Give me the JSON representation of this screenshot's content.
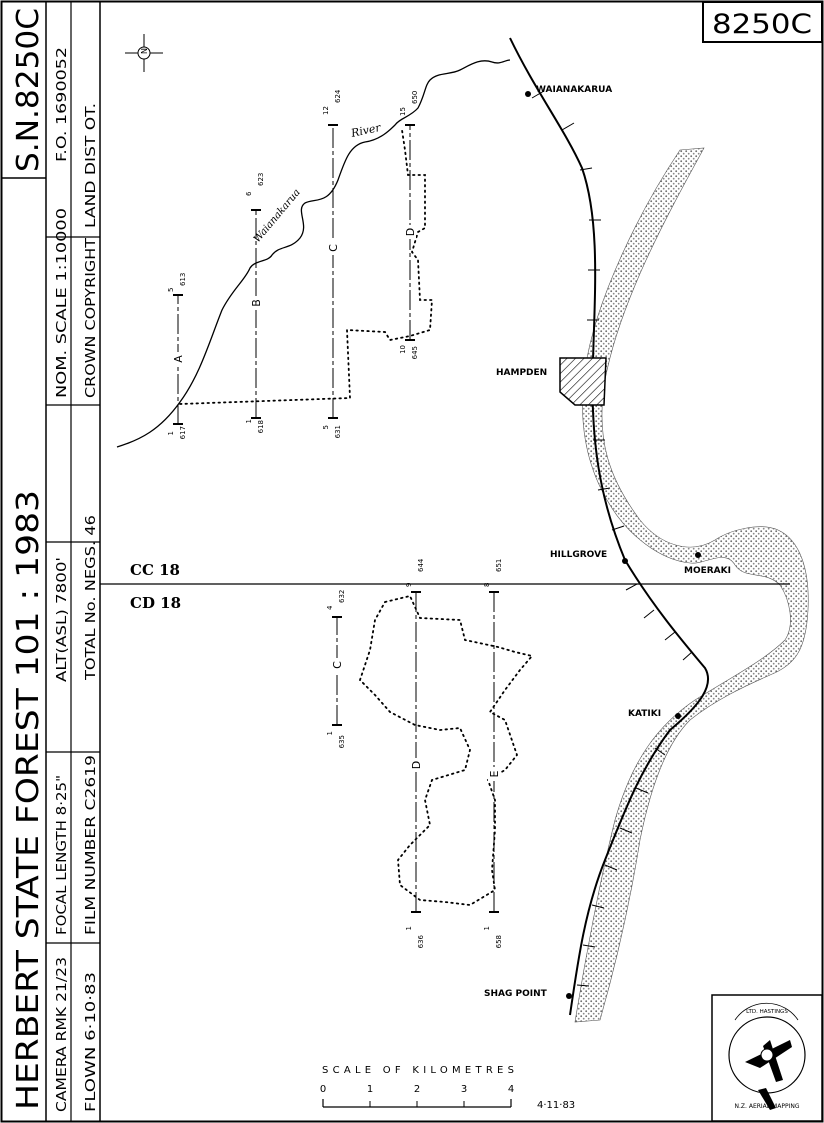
{
  "title_block": {
    "title": "HERBERT STATE FOREST 101 : 1983",
    "sheet_number": "S.N.8250C",
    "camera": "CAMERA RMK 21/23",
    "flown": "FLOWN 6·10·83",
    "focal_length": "FOCAL LENGTH 8·25\"",
    "film_number": "FILM NUMBER C2619",
    "altitude": "ALT(ASL) 7800'",
    "total_negs": "TOTAL No. NEGS. 46",
    "nominal_scale": "NOM. SCALE 1:10000",
    "copyright": "CROWN COPYRIGHT",
    "land_dist": "LAND DIST OT.",
    "fo_number": "F.O. 1690052"
  },
  "map": {
    "sheet_id": "8250C",
    "places": {
      "waianakarua": "WAIANAKARUA",
      "hampden": "HAMPDEN",
      "hillgrove": "HILLGROVE",
      "moeraki": "MOERAKI",
      "katiki": "KATIKI",
      "shag_point": "SHAG POINT"
    },
    "river_name_1": "Waianakarua",
    "river_name_2": "River",
    "grid_label_top": "CC 18",
    "grid_label_bottom": "CD 18",
    "north_symbol": "N",
    "run_labels": {
      "a": "A",
      "b": "B",
      "c_upper": "C",
      "d_upper": "D",
      "c_lower": "C",
      "d_lower": "D",
      "e": "E"
    },
    "photo_labels": {
      "a_start_top": "1",
      "a_start_bottom": "617",
      "a_end_top": "5",
      "a_end_bottom": "613",
      "b_start_top": "1",
      "b_start_bottom": "618",
      "b_end_top": "6",
      "b_end_bottom": "623",
      "c_start_top": "5",
      "c_start_bottom": "631",
      "c_end_top": "12",
      "c_end_bottom": "624",
      "d_start_top": "10",
      "d_start_bottom": "645",
      "d_end_top": "15",
      "d_end_bottom": "650",
      "lc_start_top": "1",
      "lc_start_bottom": "635",
      "lc_end_top": "4",
      "lc_end_bottom": "632",
      "ld_start_top": "1",
      "ld_start_bottom": "636",
      "ld_end_top": "9",
      "ld_end_bottom": "644",
      "le_start_top": "1",
      "le_start_bottom": "658",
      "le_end_top": "8",
      "le_end_bottom": "651"
    },
    "scale_bar": {
      "caption": "SCALE OF KILOMETRES",
      "ticks": [
        "0",
        "1",
        "2",
        "3",
        "4"
      ],
      "date": "4·11·83"
    },
    "logo": {
      "line_1": "N.Z. AERIAL MAPPING",
      "line_2": "LTD. HASTINGS"
    }
  }
}
